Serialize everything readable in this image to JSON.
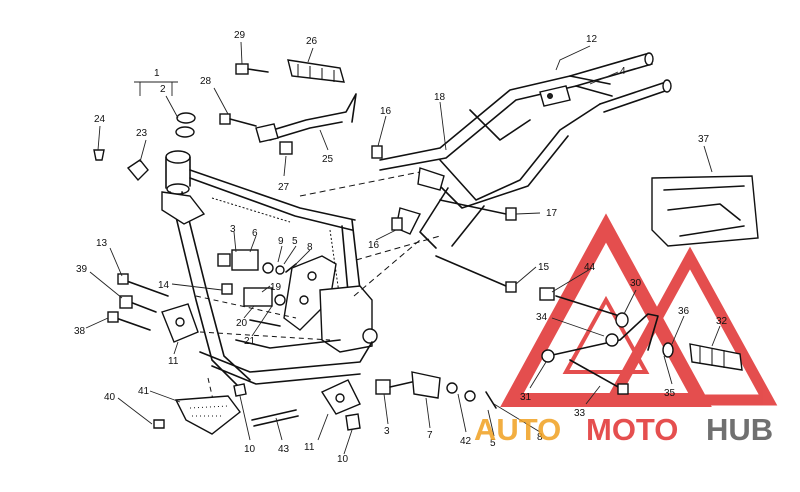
{
  "diagram": {
    "callouts": [
      {
        "id": "c1",
        "text": "1"
      },
      {
        "id": "c2",
        "text": "2"
      },
      {
        "id": "c3a",
        "text": "3"
      },
      {
        "id": "c3b",
        "text": "3"
      },
      {
        "id": "c4",
        "text": "4"
      },
      {
        "id": "c5a",
        "text": "5"
      },
      {
        "id": "c5b",
        "text": "5"
      },
      {
        "id": "c6",
        "text": "6"
      },
      {
        "id": "c7",
        "text": "7"
      },
      {
        "id": "c8a",
        "text": "8"
      },
      {
        "id": "c8b",
        "text": "8"
      },
      {
        "id": "c9",
        "text": "9"
      },
      {
        "id": "c10a",
        "text": "10"
      },
      {
        "id": "c10b",
        "text": "10"
      },
      {
        "id": "c11a",
        "text": "11"
      },
      {
        "id": "c11b",
        "text": "11"
      },
      {
        "id": "c12",
        "text": "12"
      },
      {
        "id": "c13",
        "text": "13"
      },
      {
        "id": "c14",
        "text": "14"
      },
      {
        "id": "c15",
        "text": "15"
      },
      {
        "id": "c16a",
        "text": "16"
      },
      {
        "id": "c16b",
        "text": "16"
      },
      {
        "id": "c17",
        "text": "17"
      },
      {
        "id": "c18",
        "text": "18"
      },
      {
        "id": "c19",
        "text": "19"
      },
      {
        "id": "c20",
        "text": "20"
      },
      {
        "id": "c21",
        "text": "21"
      },
      {
        "id": "c23",
        "text": "23"
      },
      {
        "id": "c24",
        "text": "24"
      },
      {
        "id": "c25",
        "text": "25"
      },
      {
        "id": "c26",
        "text": "26"
      },
      {
        "id": "c27",
        "text": "27"
      },
      {
        "id": "c28",
        "text": "28"
      },
      {
        "id": "c29",
        "text": "29"
      },
      {
        "id": "c30",
        "text": "30"
      },
      {
        "id": "c31",
        "text": "31"
      },
      {
        "id": "c32",
        "text": "32"
      },
      {
        "id": "c33",
        "text": "33"
      },
      {
        "id": "c34",
        "text": "34"
      },
      {
        "id": "c35",
        "text": "35"
      },
      {
        "id": "c36",
        "text": "36"
      },
      {
        "id": "c37",
        "text": "37"
      },
      {
        "id": "c38",
        "text": "38"
      },
      {
        "id": "c39",
        "text": "39"
      },
      {
        "id": "c40",
        "text": "40"
      },
      {
        "id": "c41",
        "text": "41"
      },
      {
        "id": "c42",
        "text": "42"
      },
      {
        "id": "c43",
        "text": "43"
      },
      {
        "id": "c44",
        "text": "44"
      }
    ]
  },
  "watermark": {
    "word_auto": "AUTO",
    "word_moto": "MOTO",
    "word_hub": "HUB",
    "colors": {
      "auto": "#f0a020",
      "moto": "#e03030",
      "hub": "#606060",
      "triangle": "#e03030"
    }
  }
}
